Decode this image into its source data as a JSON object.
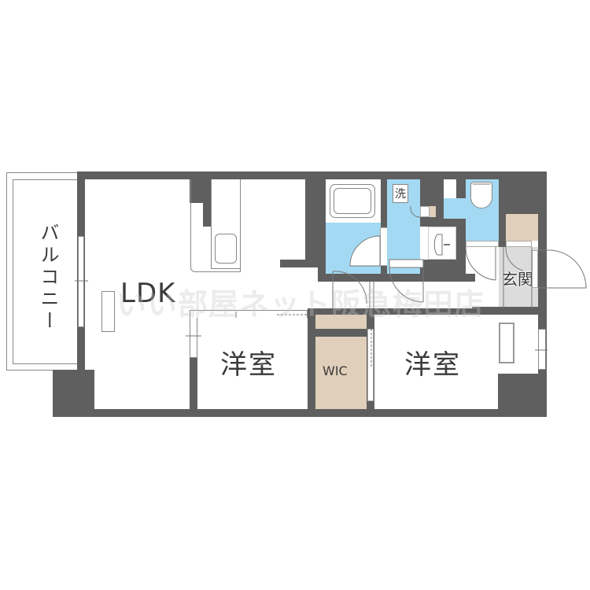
{
  "floorplan": {
    "rooms": {
      "balcony": "バルコニー",
      "ldk": "LDK",
      "western_room_1": "洋室",
      "western_room_2": "洋室",
      "wic": "WIC",
      "entrance": "玄関",
      "washer": "洗"
    },
    "watermark": "いい部屋ネット阪急梅田店"
  },
  "colors": {
    "wall": "#5f5f5f",
    "wet_area": "#a3d9f2",
    "storage": "#e0cfba",
    "entrance_floor": "#dcdcdc",
    "floor": "#ffffff"
  }
}
